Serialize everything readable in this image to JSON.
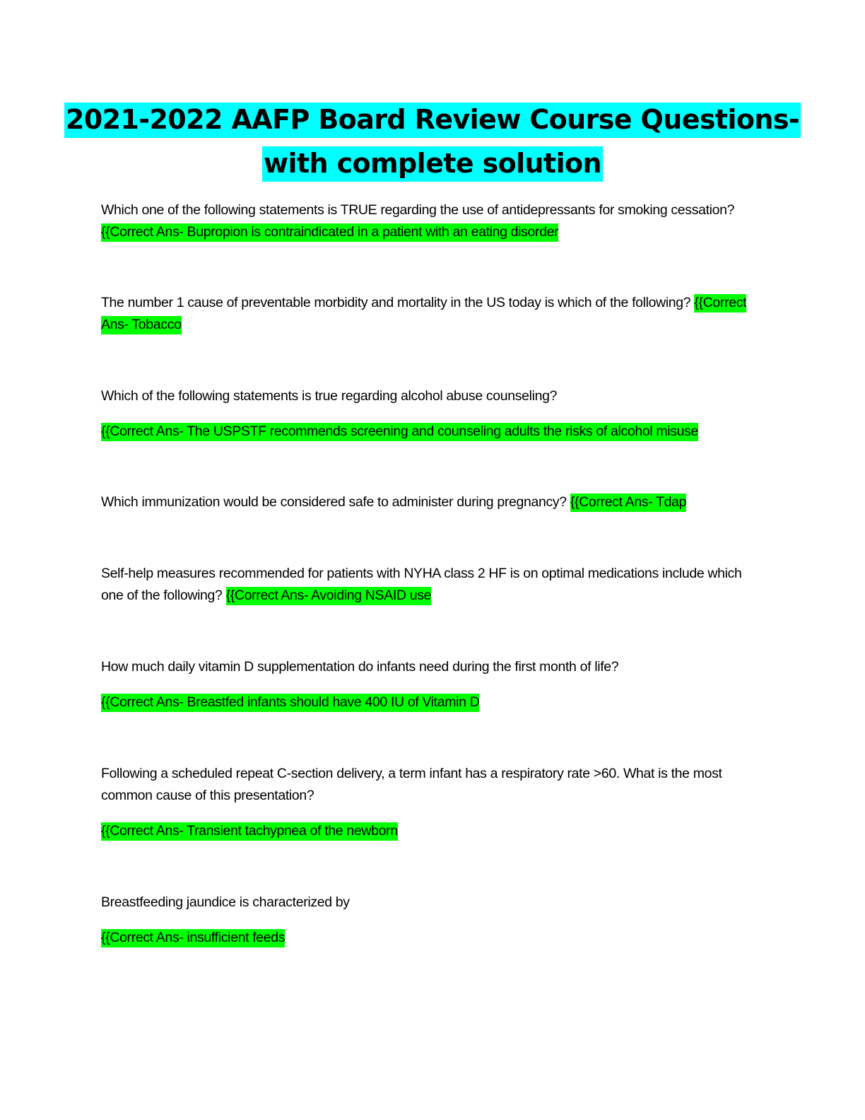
{
  "document": {
    "title_line1": "2021-2022 AAFP Board Review Course Questions-",
    "title_line2": "with complete solution",
    "highlight_colors": {
      "title": "#00ffff",
      "answer": "#00ff00"
    },
    "qa": [
      {
        "question": "Which one of the following statements is TRUE regarding the use of antidepressants for smoking cessation?",
        "answer": "{{Correct Ans- Bupropion is contraindicated in a patient with an eating disorder"
      },
      {
        "question": "The number 1 cause of preventable morbidity and mortality in the US today is which of the following?",
        "answer": "{{Correct Ans- Tobacco"
      },
      {
        "question": "Which of the following statements is true regarding alcohol abuse counseling?",
        "answer": "{{Correct Ans- The USPSTF recommends screening and counseling adults the risks of alcohol misuse"
      },
      {
        "question": "Which immunization would be considered safe to administer during pregnancy?",
        "answer": "{{Correct Ans- Tdap"
      },
      {
        "question": "Self-help measures recommended for patients with NYHA class 2 HF is on optimal medications include which one of the following?",
        "answer": "{{Correct Ans- Avoiding NSAID use"
      },
      {
        "question": "How much daily vitamin D supplementation do infants need during the first month of life?",
        "answer": "{{Correct Ans- Breastfed infants should have 400 IU of Vitamin D"
      },
      {
        "question": "Following a scheduled repeat C-section delivery, a term infant has a respiratory rate >60.  What is the most common cause of this presentation?",
        "answer": "{{Correct Ans- Transient tachypnea of the newborn"
      },
      {
        "question": "Breastfeeding jaundice is characterized by",
        "answer": "{{Correct Ans- insufficient feeds"
      }
    ]
  }
}
